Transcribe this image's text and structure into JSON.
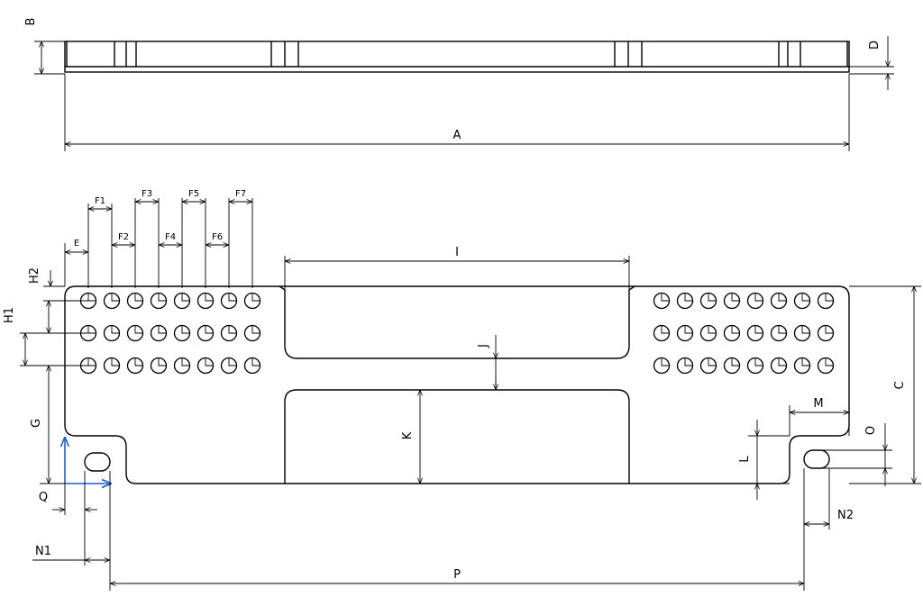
{
  "labels": {
    "A": "A",
    "B": "B",
    "C": "C",
    "D": "D",
    "E": "E",
    "F1": "F1",
    "F2": "F2",
    "F3": "F3",
    "F4": "F4",
    "F5": "F5",
    "F6": "F6",
    "F7": "F7",
    "G": "G",
    "H1": "H1",
    "H2": "H2",
    "I": "I",
    "J": "J",
    "K": "K",
    "L": "L",
    "M": "M",
    "N1": "N1",
    "N2": "N2",
    "O": "O",
    "P": "P",
    "Q": "Q"
  },
  "holes": {
    "rows": 3,
    "columns_per_group": 8,
    "groups": 2
  },
  "colors": {
    "line": "#000000",
    "origin_marker": "#1a5fd6"
  }
}
